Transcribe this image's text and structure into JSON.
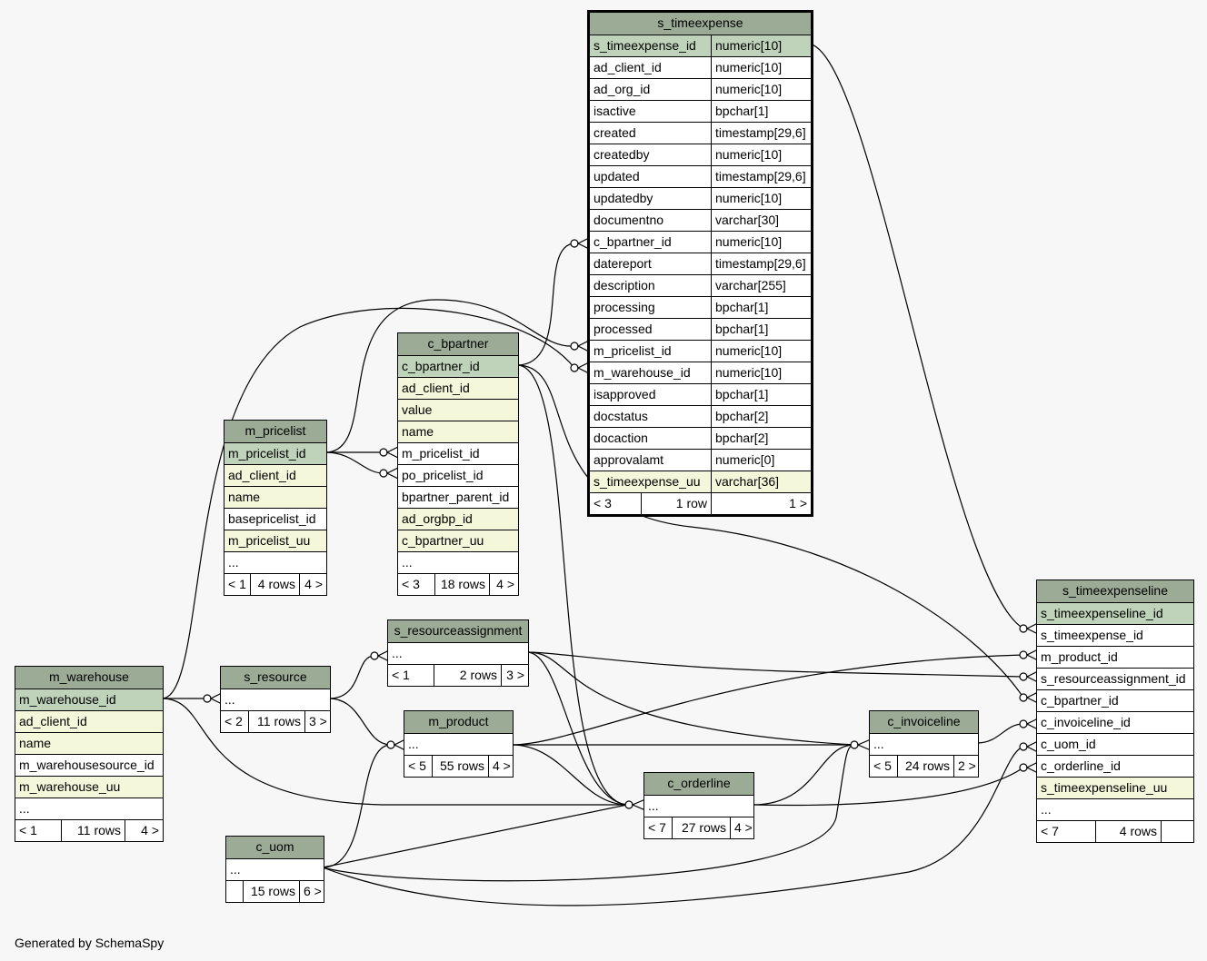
{
  "footer": "Generated by SchemaSpy",
  "tables": {
    "s_timeexpense": {
      "name": "s_timeexpense",
      "columns": [
        {
          "name": "s_timeexpense_id",
          "type": "numeric[10]"
        },
        {
          "name": "ad_client_id",
          "type": "numeric[10]"
        },
        {
          "name": "ad_org_id",
          "type": "numeric[10]"
        },
        {
          "name": "isactive",
          "type": "bpchar[1]"
        },
        {
          "name": "created",
          "type": "timestamp[29,6]"
        },
        {
          "name": "createdby",
          "type": "numeric[10]"
        },
        {
          "name": "updated",
          "type": "timestamp[29,6]"
        },
        {
          "name": "updatedby",
          "type": "numeric[10]"
        },
        {
          "name": "documentno",
          "type": "varchar[30]"
        },
        {
          "name": "c_bpartner_id",
          "type": "numeric[10]"
        },
        {
          "name": "datereport",
          "type": "timestamp[29,6]"
        },
        {
          "name": "description",
          "type": "varchar[255]"
        },
        {
          "name": "processing",
          "type": "bpchar[1]"
        },
        {
          "name": "processed",
          "type": "bpchar[1]"
        },
        {
          "name": "m_pricelist_id",
          "type": "numeric[10]"
        },
        {
          "name": "m_warehouse_id",
          "type": "numeric[10]"
        },
        {
          "name": "isapproved",
          "type": "bpchar[1]"
        },
        {
          "name": "docstatus",
          "type": "bpchar[2]"
        },
        {
          "name": "docaction",
          "type": "bpchar[2]"
        },
        {
          "name": "approvalamt",
          "type": "numeric[0]"
        },
        {
          "name": "s_timeexpense_uu",
          "type": "varchar[36]"
        }
      ],
      "footer": {
        "left": "< 3",
        "mid": "1 row",
        "right": "1 >"
      }
    },
    "c_bpartner": {
      "name": "c_bpartner",
      "columns": [
        "c_bpartner_id",
        "ad_client_id",
        "value",
        "name",
        "m_pricelist_id",
        "po_pricelist_id",
        "bpartner_parent_id",
        "ad_orgbp_id",
        "c_bpartner_uu",
        "..."
      ],
      "footer": {
        "left": "< 3",
        "mid": "18 rows",
        "right": "4 >"
      }
    },
    "m_pricelist": {
      "name": "m_pricelist",
      "columns": [
        "m_pricelist_id",
        "ad_client_id",
        "name",
        "basepricelist_id",
        "m_pricelist_uu",
        "..."
      ],
      "footer": {
        "left": "< 1",
        "mid": "4 rows",
        "right": "4 >"
      }
    },
    "m_warehouse": {
      "name": "m_warehouse",
      "columns": [
        "m_warehouse_id",
        "ad_client_id",
        "name",
        "m_warehousesource_id",
        "m_warehouse_uu",
        "..."
      ],
      "footer": {
        "left": "< 1",
        "mid": "11 rows",
        "right": "4 >"
      }
    },
    "s_resource": {
      "name": "s_resource",
      "columns": [
        "..."
      ],
      "footer": {
        "left": "< 2",
        "mid": "11 rows",
        "right": "3 >"
      }
    },
    "s_resourceassignment": {
      "name": "s_resourceassignment",
      "columns": [
        "..."
      ],
      "footer": {
        "left": "< 1",
        "mid": "2 rows",
        "right": "3 >"
      }
    },
    "m_product": {
      "name": "m_product",
      "columns": [
        "..."
      ],
      "footer": {
        "left": "< 5",
        "mid": "55 rows",
        "right": "4 >"
      }
    },
    "c_orderline": {
      "name": "c_orderline",
      "columns": [
        "..."
      ],
      "footer": {
        "left": "< 7",
        "mid": "27 rows",
        "right": "4 >"
      }
    },
    "c_invoiceline": {
      "name": "c_invoiceline",
      "columns": [
        "..."
      ],
      "footer": {
        "left": "< 5",
        "mid": "24 rows",
        "right": "2 >"
      }
    },
    "c_uom": {
      "name": "c_uom",
      "columns": [
        "..."
      ],
      "footer": {
        "left": "",
        "mid": "15 rows",
        "right": "6 >"
      }
    },
    "s_timeexpenseline": {
      "name": "s_timeexpenseline",
      "columns": [
        "s_timeexpenseline_id",
        "s_timeexpense_id",
        "m_product_id",
        "s_resourceassignment_id",
        "c_bpartner_id",
        "c_invoiceline_id",
        "c_uom_id",
        "c_orderline_id",
        "s_timeexpenseline_uu",
        "..."
      ],
      "footer": {
        "left": "< 7",
        "mid": "4 rows",
        "right": ""
      }
    }
  }
}
